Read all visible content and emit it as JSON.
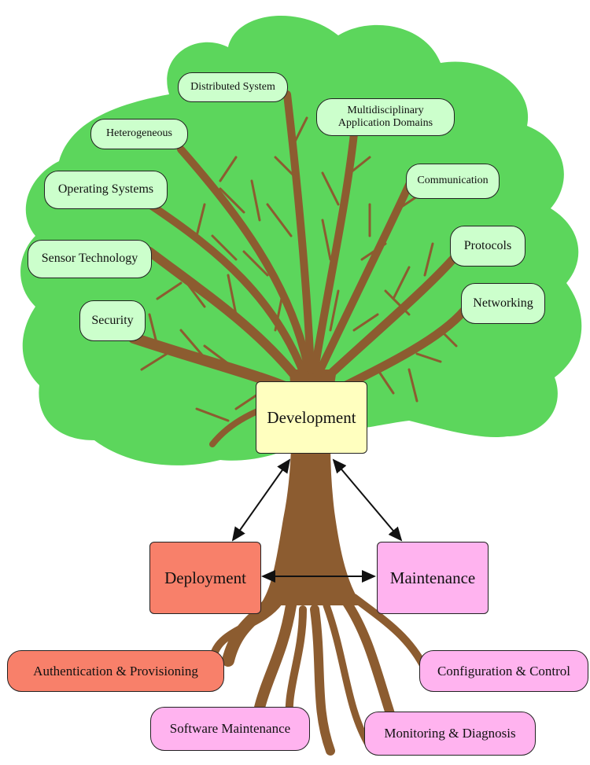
{
  "colors": {
    "canopy": "#5cd65c",
    "trunk": "#8c5c30",
    "leaf_pill": "#ccffcc",
    "development": "#ffffbf",
    "deployment": "#f8806a",
    "maintenance": "#ffb3ef",
    "arrow": "#111111"
  },
  "core": {
    "development": "Development",
    "deployment": "Deployment",
    "maintenance": "Maintenance"
  },
  "branches": {
    "distributed_system": "Distributed System",
    "multidisciplinary": "Multidisciplinary\nApplication Domains",
    "heterogeneous": "Heterogeneous",
    "communication": "Communication",
    "operating_systems": "Operating Systems",
    "protocols": "Protocols",
    "sensor_technology": "Sensor Technology",
    "networking": "Networking",
    "security": "Security"
  },
  "roots": {
    "authentication": "Authentication & Provisioning",
    "configuration": "Configuration & Control",
    "software_maintenance": "Software Maintenance",
    "monitoring": "Monitoring & Diagnosis"
  }
}
